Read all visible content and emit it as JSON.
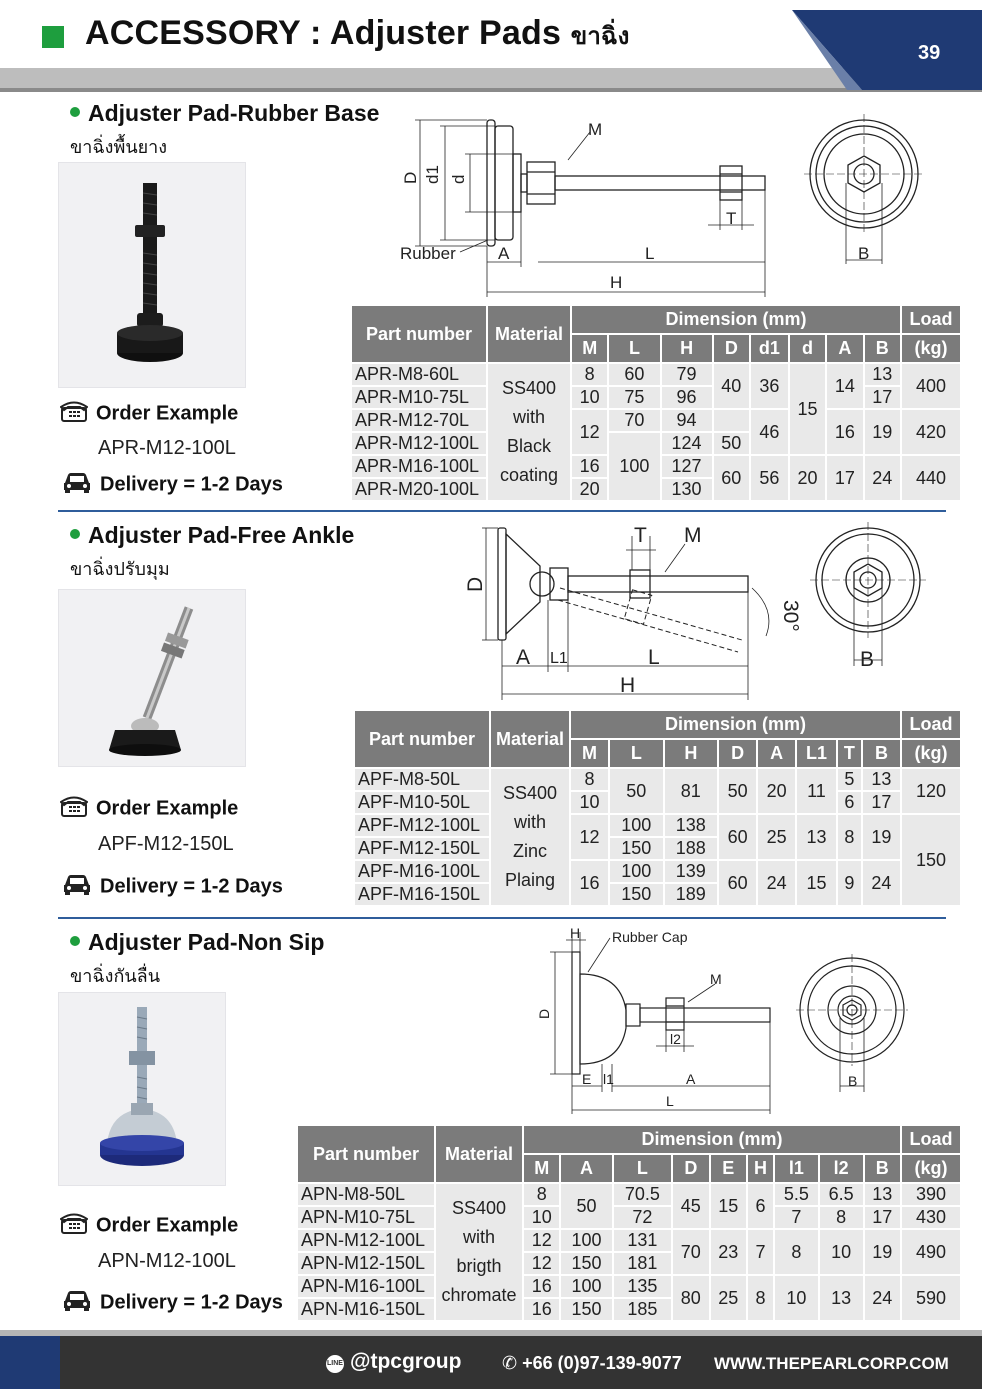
{
  "header": {
    "title": "ACCESSORY : Adjuster Pads",
    "title_thai": "ขาฉิ่ง",
    "page_number": "39",
    "colors": {
      "accent_green": "#1e9e3e",
      "navy": "#1f3a74"
    }
  },
  "sections": [
    {
      "title": "Adjuster Pad-Rubber Base",
      "thai": "ขาฉิ่งพื้นยาง",
      "order_label": "Order Example",
      "order_code": "APR-M12-100L",
      "delivery": "Delivery  = 1-2 Days",
      "diagram_labels": {
        "D": "D",
        "d1": "d1",
        "d": "d",
        "M": "M",
        "T": "T",
        "rubber": "Rubber",
        "A": "A",
        "L": "L",
        "H": "H",
        "B": "B"
      },
      "table": {
        "h_part": "Part number",
        "h_material": "Material",
        "h_dimension": "Dimension (mm)",
        "h_load": "Load",
        "h_load_unit": "(kg)",
        "cols": [
          "M",
          "L",
          "H",
          "D",
          "d1",
          "d",
          "A",
          "B"
        ],
        "parts": [
          "APR-M8-60L",
          "APR-M10-75L",
          "APR-M12-70L",
          "APR-M12-100L",
          "APR-M16-100L",
          "APR-M20-100L"
        ],
        "material": [
          "SS400",
          "with",
          "Black",
          "coating"
        ],
        "M": [
          "8",
          "10",
          "12",
          "16",
          "20"
        ],
        "L": [
          "60",
          "75",
          "70",
          "100"
        ],
        "H": [
          "79",
          "96",
          "94",
          "124",
          "127",
          "130"
        ],
        "D": [
          "40",
          "50",
          "60"
        ],
        "d1": [
          "36",
          "46",
          "56"
        ],
        "d": [
          "15",
          "20"
        ],
        "A": [
          "14",
          "16",
          "17"
        ],
        "B": [
          "13",
          "17",
          "19",
          "24"
        ],
        "load": [
          "400",
          "420",
          "440"
        ]
      }
    },
    {
      "title": "Adjuster Pad-Free Ankle",
      "thai": "ขาฉิ่งปรับมุม",
      "order_label": "Order Example",
      "order_code": "APF-M12-150L",
      "delivery": "Delivery  = 1-2 Days",
      "diagram_labels": {
        "T": "T",
        "M": "M",
        "D": "D",
        "angle": "30°",
        "A": "A",
        "L1": "L1",
        "L": "L",
        "H": "H",
        "B": "B"
      },
      "table": {
        "h_part": "Part number",
        "h_material": "Material",
        "h_dimension": "Dimension (mm)",
        "h_load": "Load",
        "h_load_unit": "(kg)",
        "cols": [
          "M",
          "L",
          "H",
          "D",
          "A",
          "L1",
          "T",
          "B"
        ],
        "parts": [
          "APF-M8-50L",
          "APF-M10-50L",
          "APF-M12-100L",
          "APF-M12-150L",
          "APF-M16-100L",
          "APF-M16-150L"
        ],
        "material": [
          "SS400",
          "with",
          "Zinc",
          "Plaing"
        ],
        "M": [
          "8",
          "10",
          "12",
          "16"
        ],
        "L": [
          "50",
          "100",
          "150",
          "100",
          "150"
        ],
        "H": [
          "81",
          "138",
          "188",
          "139",
          "189"
        ],
        "D": [
          "50",
          "60",
          "60"
        ],
        "A": [
          "20",
          "25",
          "24"
        ],
        "L1": [
          "11",
          "13",
          "15"
        ],
        "T": [
          "5",
          "6",
          "8",
          "9"
        ],
        "B": [
          "13",
          "17",
          "19",
          "24"
        ],
        "load": [
          "120",
          "150"
        ]
      }
    },
    {
      "title": "Adjuster Pad-Non Sip",
      "thai": "ขาฉิ่งกันลื่น",
      "order_label": "Order Example",
      "order_code": "APN-M12-100L",
      "delivery": "Delivery  = 1-2 Days",
      "diagram_labels": {
        "H": "H",
        "cap": "Rubber Cap",
        "M": "M",
        "D": "D",
        "l2": "l2",
        "E": "E",
        "l1": "l1",
        "A": "A",
        "L": "L",
        "B": "B"
      },
      "table": {
        "h_part": "Part number",
        "h_material": "Material",
        "h_dimension": "Dimension (mm)",
        "h_load": "Load",
        "h_load_unit": "(kg)",
        "cols": [
          "M",
          "A",
          "L",
          "D",
          "E",
          "H",
          "l1",
          "l2",
          "B"
        ],
        "parts": [
          "APN-M8-50L",
          "APN-M10-75L",
          "APN-M12-100L",
          "APN-M12-150L",
          "APN-M16-100L",
          "APN-M16-150L"
        ],
        "material": [
          "SS400",
          "with",
          "brigth",
          "chromate"
        ],
        "M": [
          "8",
          "10",
          "12",
          "12",
          "16",
          "16"
        ],
        "A": [
          "50",
          "100",
          "150",
          "100",
          "150"
        ],
        "L": [
          "70.5",
          "72",
          "131",
          "181",
          "135",
          "185"
        ],
        "D": [
          "45",
          "70",
          "80"
        ],
        "E": [
          "15",
          "23",
          "25"
        ],
        "H": [
          "6",
          "7",
          "8"
        ],
        "l1": [
          "5.5",
          "7",
          "8",
          "10"
        ],
        "l2": [
          "6.5",
          "8",
          "10",
          "13"
        ],
        "B": [
          "13",
          "17",
          "19",
          "24"
        ],
        "load": [
          "390",
          "430",
          "490",
          "590"
        ]
      }
    }
  ],
  "footer": {
    "line_badge": "LINE",
    "line_id": "@tpcgroup",
    "phone": "+66 (0)97-139-9077",
    "website": "WWW.THEPEARLCORP.COM"
  }
}
